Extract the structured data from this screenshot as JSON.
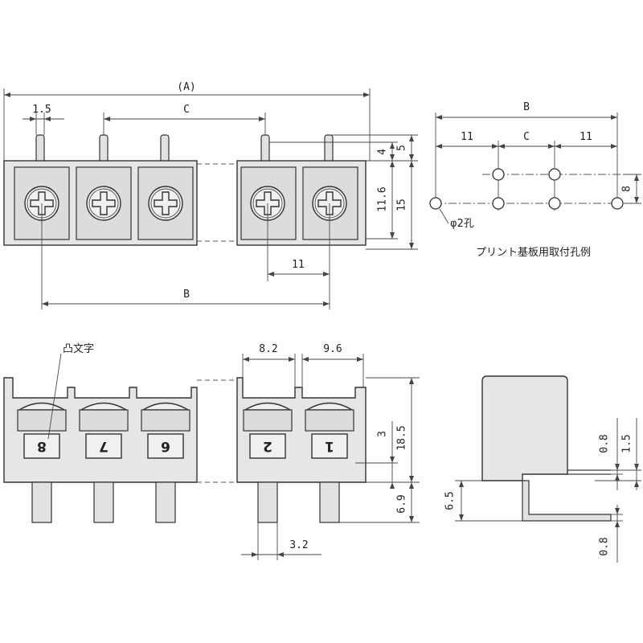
{
  "dimensions": {
    "overall_A": "(A)",
    "pin_width": "1.5",
    "pitch_C_top": "C",
    "pitch_B_top": "B",
    "pitch_11_top": "11",
    "pin_len_4": "4",
    "pin_len_5": "5",
    "height_11_6": "11.6",
    "height_15": "15",
    "pitch_11_left": "11",
    "pitch_C_right": "C",
    "pitch_11_right": "11",
    "row_gap_8": "8",
    "hole_dia": "φ2孔",
    "pcb_caption": "プリント基板用取付孔例",
    "emboss_label": "凸文字",
    "width_8_2": "8.2",
    "width_9_6": "9.6",
    "dim_3": "3",
    "dim_18_5": "18.5",
    "dim_6_9": "6.9",
    "dim_3_2": "3.2",
    "dim_6_5": "6.5",
    "dim_0_8a": "0.8",
    "dim_1_5": "1.5",
    "dim_0_8b": "0.8"
  },
  "terminal_numbers": [
    "8",
    "7",
    "6",
    "2",
    "1"
  ]
}
